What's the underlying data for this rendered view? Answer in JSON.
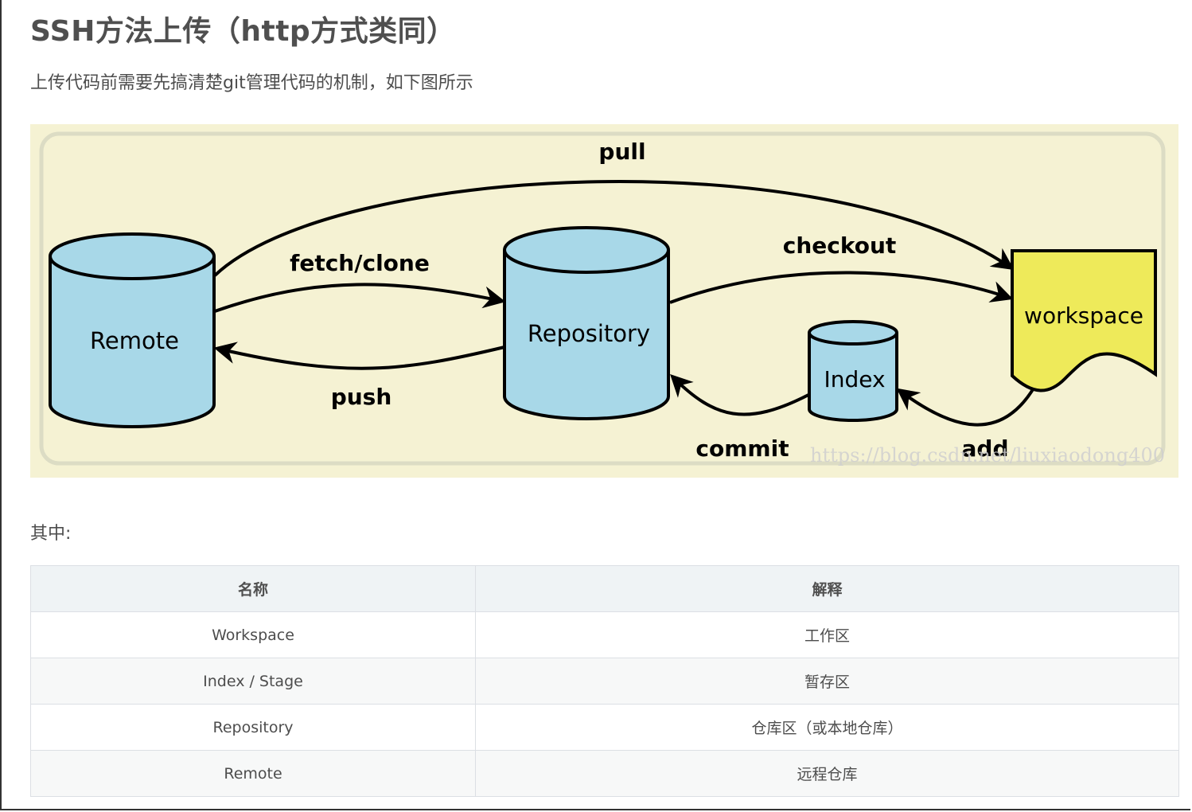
{
  "article": {
    "title": "SSH方法上传（http方式类同）",
    "intro": "上传代码前需要先搞清楚git管理代码的机制，如下图所示",
    "among": "其中:"
  },
  "diagram": {
    "nodes": {
      "remote": "Remote",
      "repository": "Repository",
      "index": "Index",
      "workspace": "workspace"
    },
    "arrows": {
      "pull": "pull",
      "fetch_clone": "fetch/clone",
      "push": "push",
      "checkout": "checkout",
      "commit": "commit",
      "add": "add"
    },
    "watermark": "https://blog.csdn.net/liuxiaodong400",
    "colors": {
      "background": "#f5f2d3",
      "cylinder": "#a8d8e8",
      "workspace": "#eeea5a"
    }
  },
  "table": {
    "headers": [
      "名称",
      "解释"
    ],
    "rows": [
      [
        "Workspace",
        "工作区"
      ],
      [
        "Index / Stage",
        "暂存区"
      ],
      [
        "Repository",
        "仓库区（或本地仓库）"
      ],
      [
        "Remote",
        "远程仓库"
      ]
    ]
  }
}
